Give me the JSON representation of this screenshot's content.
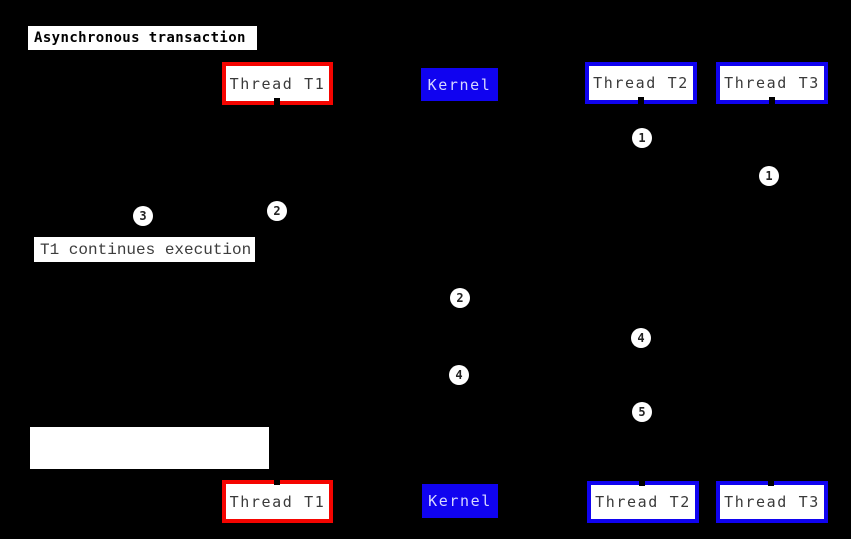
{
  "diagram": {
    "title": "Asynchronous transaction",
    "type": "sequence-diagram",
    "background_color": "#000000",
    "accent_colors": {
      "thread_t1_border": "#f50400",
      "kernel_fill": "#1003f0",
      "thread_t2_t3_border": "#1003f0",
      "box_fill": "#ffffff",
      "box_text": "#3a3a3a",
      "kernel_text": "#d8d8ff"
    }
  },
  "lifelines": [
    {
      "id": "thread-t1",
      "label": "Thread T1",
      "style": "red-outline"
    },
    {
      "id": "kernel",
      "label": "Kernel",
      "style": "blue-solid"
    },
    {
      "id": "thread-t2",
      "label": "Thread T2",
      "style": "blue-outline"
    },
    {
      "id": "thread-t3",
      "label": "Thread T3",
      "style": "blue-outline"
    }
  ],
  "markers": [
    {
      "label": "1",
      "near": "thread-t2"
    },
    {
      "label": "1",
      "near": "thread-t3"
    },
    {
      "label": "2",
      "near": "thread-t1"
    },
    {
      "label": "3",
      "near": "note"
    },
    {
      "label": "2",
      "near": "kernel"
    },
    {
      "label": "4",
      "near": "thread-t2"
    },
    {
      "label": "4",
      "near": "kernel"
    },
    {
      "label": "5",
      "near": "thread-t2"
    }
  ],
  "notes": [
    {
      "label": "T1 continues execution"
    },
    {
      "label": ""
    }
  ]
}
